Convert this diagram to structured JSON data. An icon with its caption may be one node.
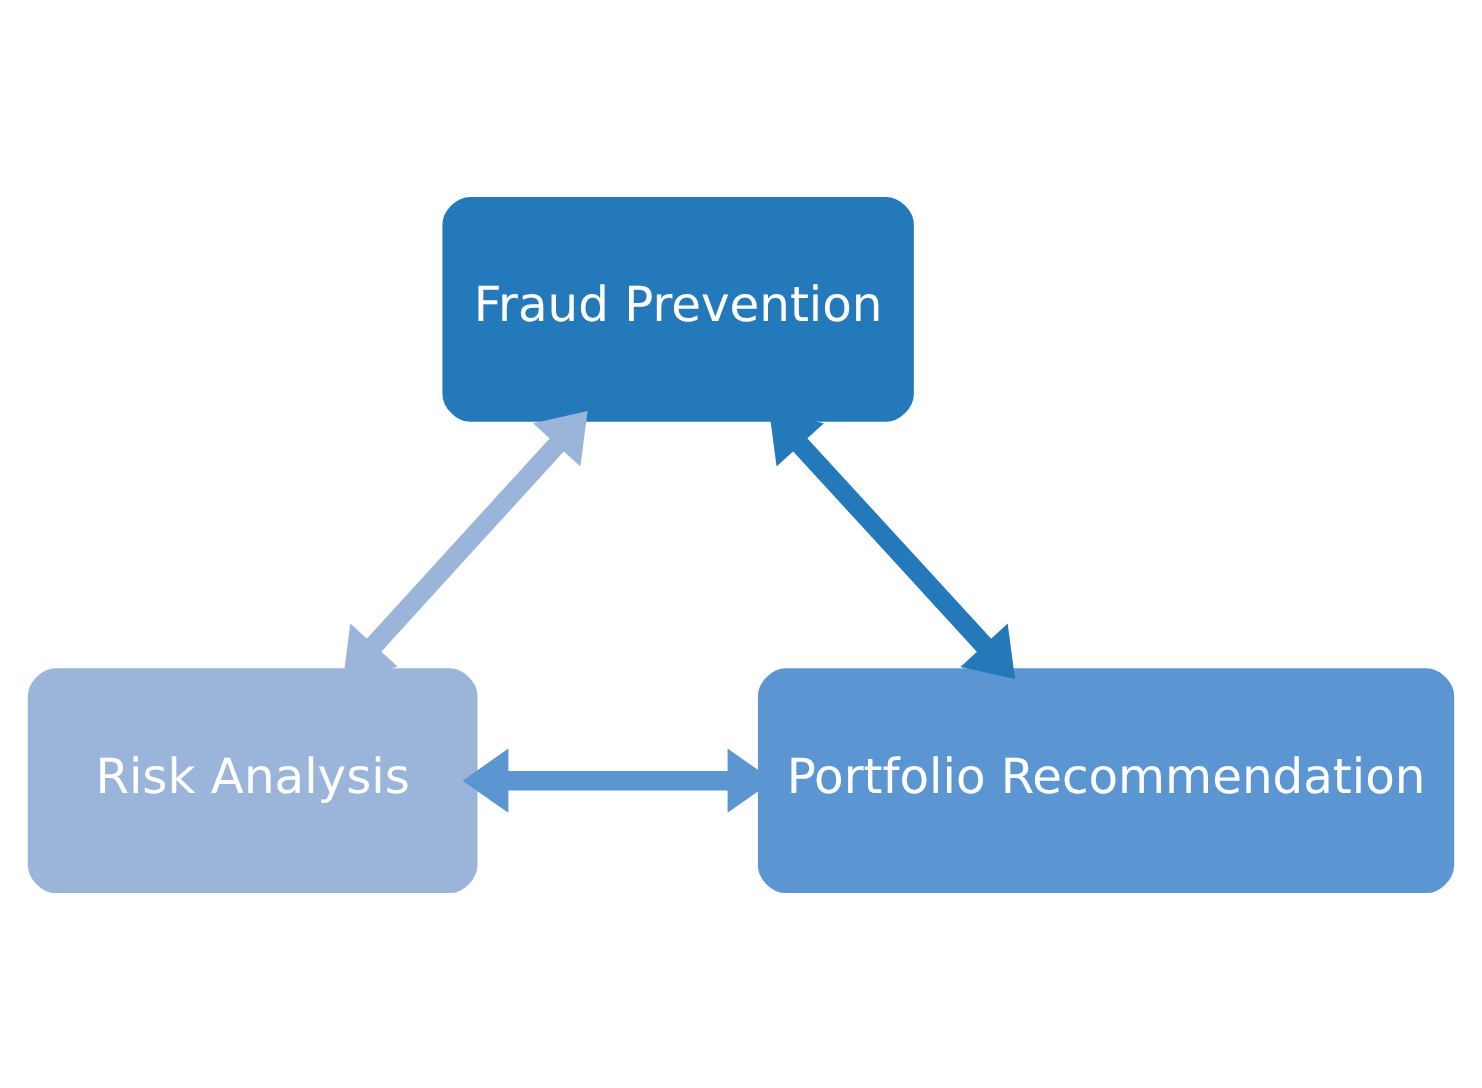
{
  "diagram": {
    "nodes": [
      {
        "text": [
          "Fraud Prevention"
        ]
      },
      {
        "text": [
          "Risk Analysis"
        ]
      },
      {
        "text": [
          "Portfolio Recommendation"
        ]
      }
    ],
    "edges": [
      {
        "from": 1,
        "to": 0,
        "arrow": "both",
        "color": "#9bb5da"
      },
      {
        "from": 0,
        "to": 2,
        "arrow": "both",
        "color": "#2479bb"
      },
      {
        "from": 1,
        "to": 2,
        "arrow": "both",
        "color": "#5b96d2"
      }
    ]
  }
}
